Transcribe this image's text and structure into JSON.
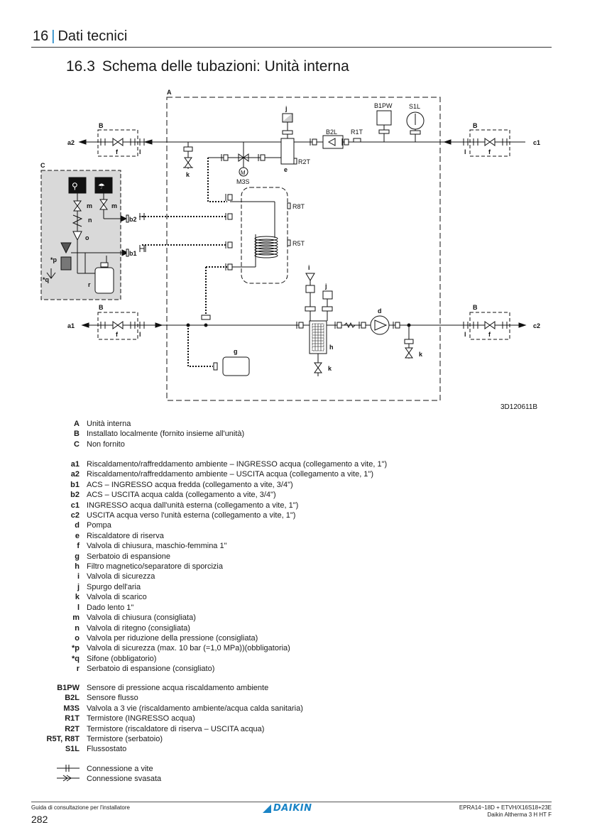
{
  "header": {
    "chapter_num": "16",
    "chapter_title": "Dati tecnici"
  },
  "section": {
    "num": "16.3",
    "title": "Schema delle tubazioni: Unità interna"
  },
  "diagram": {
    "code": "3D120611B",
    "labels": {
      "A": "A",
      "B": "B",
      "C": "C",
      "a1": "a1",
      "a2": "a2",
      "b1": "b1",
      "b2": "b2",
      "c1": "c1",
      "c2": "c2",
      "d": "d",
      "e": "e",
      "f": "f",
      "g": "g",
      "h": "h",
      "i": "i",
      "j": "j",
      "k": "k",
      "l": "l",
      "m": "m",
      "n": "n",
      "o": "o",
      "p": "*p",
      "q": "*q",
      "r": "r",
      "B1PW": "B1PW",
      "S1L": "S1L",
      "B2L": "B2L",
      "R1T": "R1T",
      "R2T": "R2T",
      "M3S": "M3S",
      "R8T": "R8T",
      "R5T": "R5T",
      "M": "M"
    }
  },
  "legend_groups": [
    {
      "id": "units",
      "rows": [
        {
          "key": "A",
          "text": "Unità interna"
        },
        {
          "key": "B",
          "text": "Installato localmente (fornito insieme all'unità)"
        },
        {
          "key": "C",
          "text": "Non fornito"
        }
      ]
    },
    {
      "id": "letters",
      "rows": [
        {
          "key": "a1",
          "text": "Riscaldamento/raffreddamento ambiente – INGRESSO acqua (collegamento a vite, 1\")"
        },
        {
          "key": "a2",
          "text": "Riscaldamento/raffreddamento ambiente – USCITA acqua (collegamento a vite, 1\")"
        },
        {
          "key": "b1",
          "text": "ACS – INGRESSO acqua fredda (collegamento a vite, 3/4\")"
        },
        {
          "key": "b2",
          "text": "ACS – USCITA acqua calda (collegamento a vite, 3/4\")"
        },
        {
          "key": "c1",
          "text": "INGRESSO acqua dall'unità esterna (collegamento a vite, 1\")"
        },
        {
          "key": "c2",
          "text": "USCITA acqua verso l'unità esterna (collegamento a vite, 1\")"
        },
        {
          "key": "d",
          "text": "Pompa"
        },
        {
          "key": "e",
          "text": "Riscaldatore di riserva"
        },
        {
          "key": "f",
          "text": "Valvola di chiusura, maschio-femmina 1\""
        },
        {
          "key": "g",
          "text": "Serbatoio di espansione"
        },
        {
          "key": "h",
          "text": "Filtro magnetico/separatore di sporcizia"
        },
        {
          "key": "i",
          "text": "Valvola di sicurezza"
        },
        {
          "key": "j",
          "text": "Spurgo dell'aria"
        },
        {
          "key": "k",
          "text": "Valvola di scarico"
        },
        {
          "key": "l",
          "text": "Dado lento 1\""
        },
        {
          "key": "m",
          "text": "Valvola di chiusura (consigliata)"
        },
        {
          "key": "n",
          "text": "Valvola di ritegno (consigliata)"
        },
        {
          "key": "o",
          "text": "Valvola per riduzione della pressione (consigliata)"
        },
        {
          "key": "*p",
          "text": "Valvola di sicurezza (max. 10 bar (=1,0 MPa))(obbligatoria)"
        },
        {
          "key": "*q",
          "text": "Sifone (obbligatorio)"
        },
        {
          "key": "r",
          "text": "Serbatoio di espansione (consigliato)"
        }
      ]
    },
    {
      "id": "components",
      "rows": [
        {
          "key": "B1PW",
          "text": "Sensore di pressione acqua riscaldamento ambiente"
        },
        {
          "key": "B2L",
          "text": "Sensore flusso"
        },
        {
          "key": "M3S",
          "text": "Valvola a 3 vie (riscaldamento ambiente/acqua calda sanitaria)"
        },
        {
          "key": "R1T",
          "text": "Termistore (INGRESSO acqua)"
        },
        {
          "key": "R2T",
          "text": "Termistore (riscaldatore di riserva – USCITA acqua)"
        },
        {
          "key": "R5T, R8T",
          "text": "Termistore (serbatoio)"
        },
        {
          "key": "S1L",
          "text": "Flussostato"
        }
      ]
    },
    {
      "id": "symbols",
      "rows": [
        {
          "key": "screw-connection-icon",
          "text": "Connessione a vite"
        },
        {
          "key": "flare-connection-icon",
          "text": "Connessione svasata"
        }
      ]
    }
  ],
  "footer": {
    "left": "Guida di consultazione per l'installatore",
    "page": "282",
    "brand": "DAIKIN",
    "right_line1": "EPRA14~18D + ETVH/X16S18+23E",
    "right_line2": "Daikin Altherma 3 H HT F"
  }
}
